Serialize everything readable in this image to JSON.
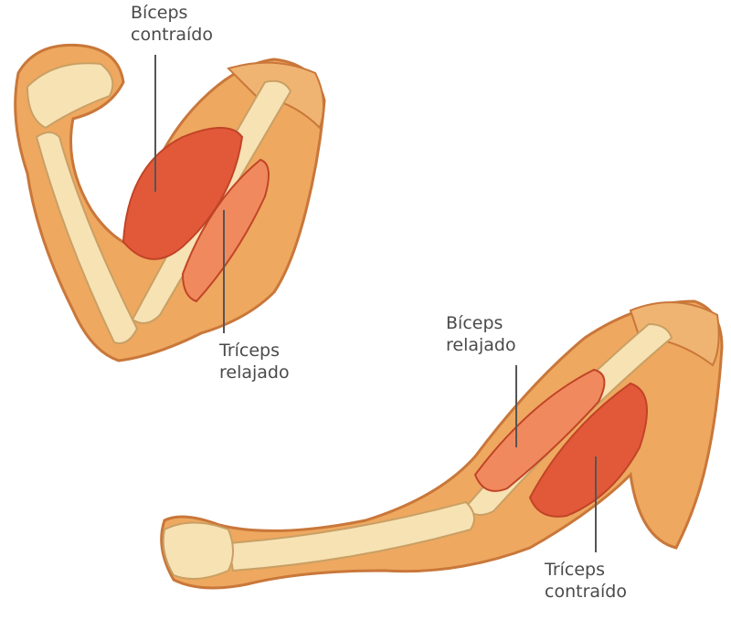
{
  "labels": {
    "biceps_contracted": {
      "line1": "Bíceps",
      "line2": "contraído"
    },
    "triceps_relaxed": {
      "line1": "Tríceps",
      "line2": "relajado"
    },
    "biceps_relaxed": {
      "line1": "Bíceps",
      "line2": "relajado"
    },
    "triceps_contracted": {
      "line1": "Tríceps",
      "line2": "contraído"
    }
  },
  "colors": {
    "skin": "#eea860",
    "skin_outline": "#c9773a",
    "bone": "#f7e2b4",
    "bone_outline": "#c9a064",
    "muscle": "#e2593a",
    "muscle_light": "#f08a5e",
    "leader_line": "#555555"
  }
}
